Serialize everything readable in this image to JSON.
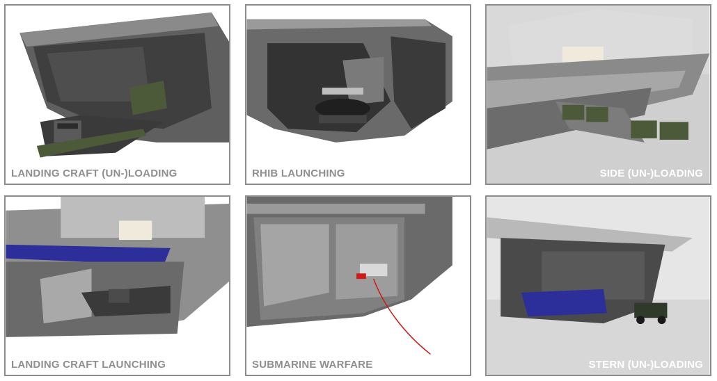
{
  "panels": [
    {
      "caption": "LANDING CRAFT (UN-)LOADING"
    },
    {
      "caption": "RHIB LAUNCHING"
    },
    {
      "caption": "SIDE (UN-)LOADING"
    },
    {
      "caption": "LANDING CRAFT LAUNCHING"
    },
    {
      "caption": "SUBMARINE WARFARE"
    },
    {
      "caption": "STERN (UN-)LOADING"
    }
  ],
  "colors": {
    "border": "#8c8c8c",
    "caption_gray": "#8f8f8f",
    "hull": "#6e6e6e",
    "hull_dark": "#2a2a2a",
    "vehicle_green": "#4c5a3a",
    "deck_blue": "#2c2f9a",
    "sonar_red": "#d01818"
  }
}
